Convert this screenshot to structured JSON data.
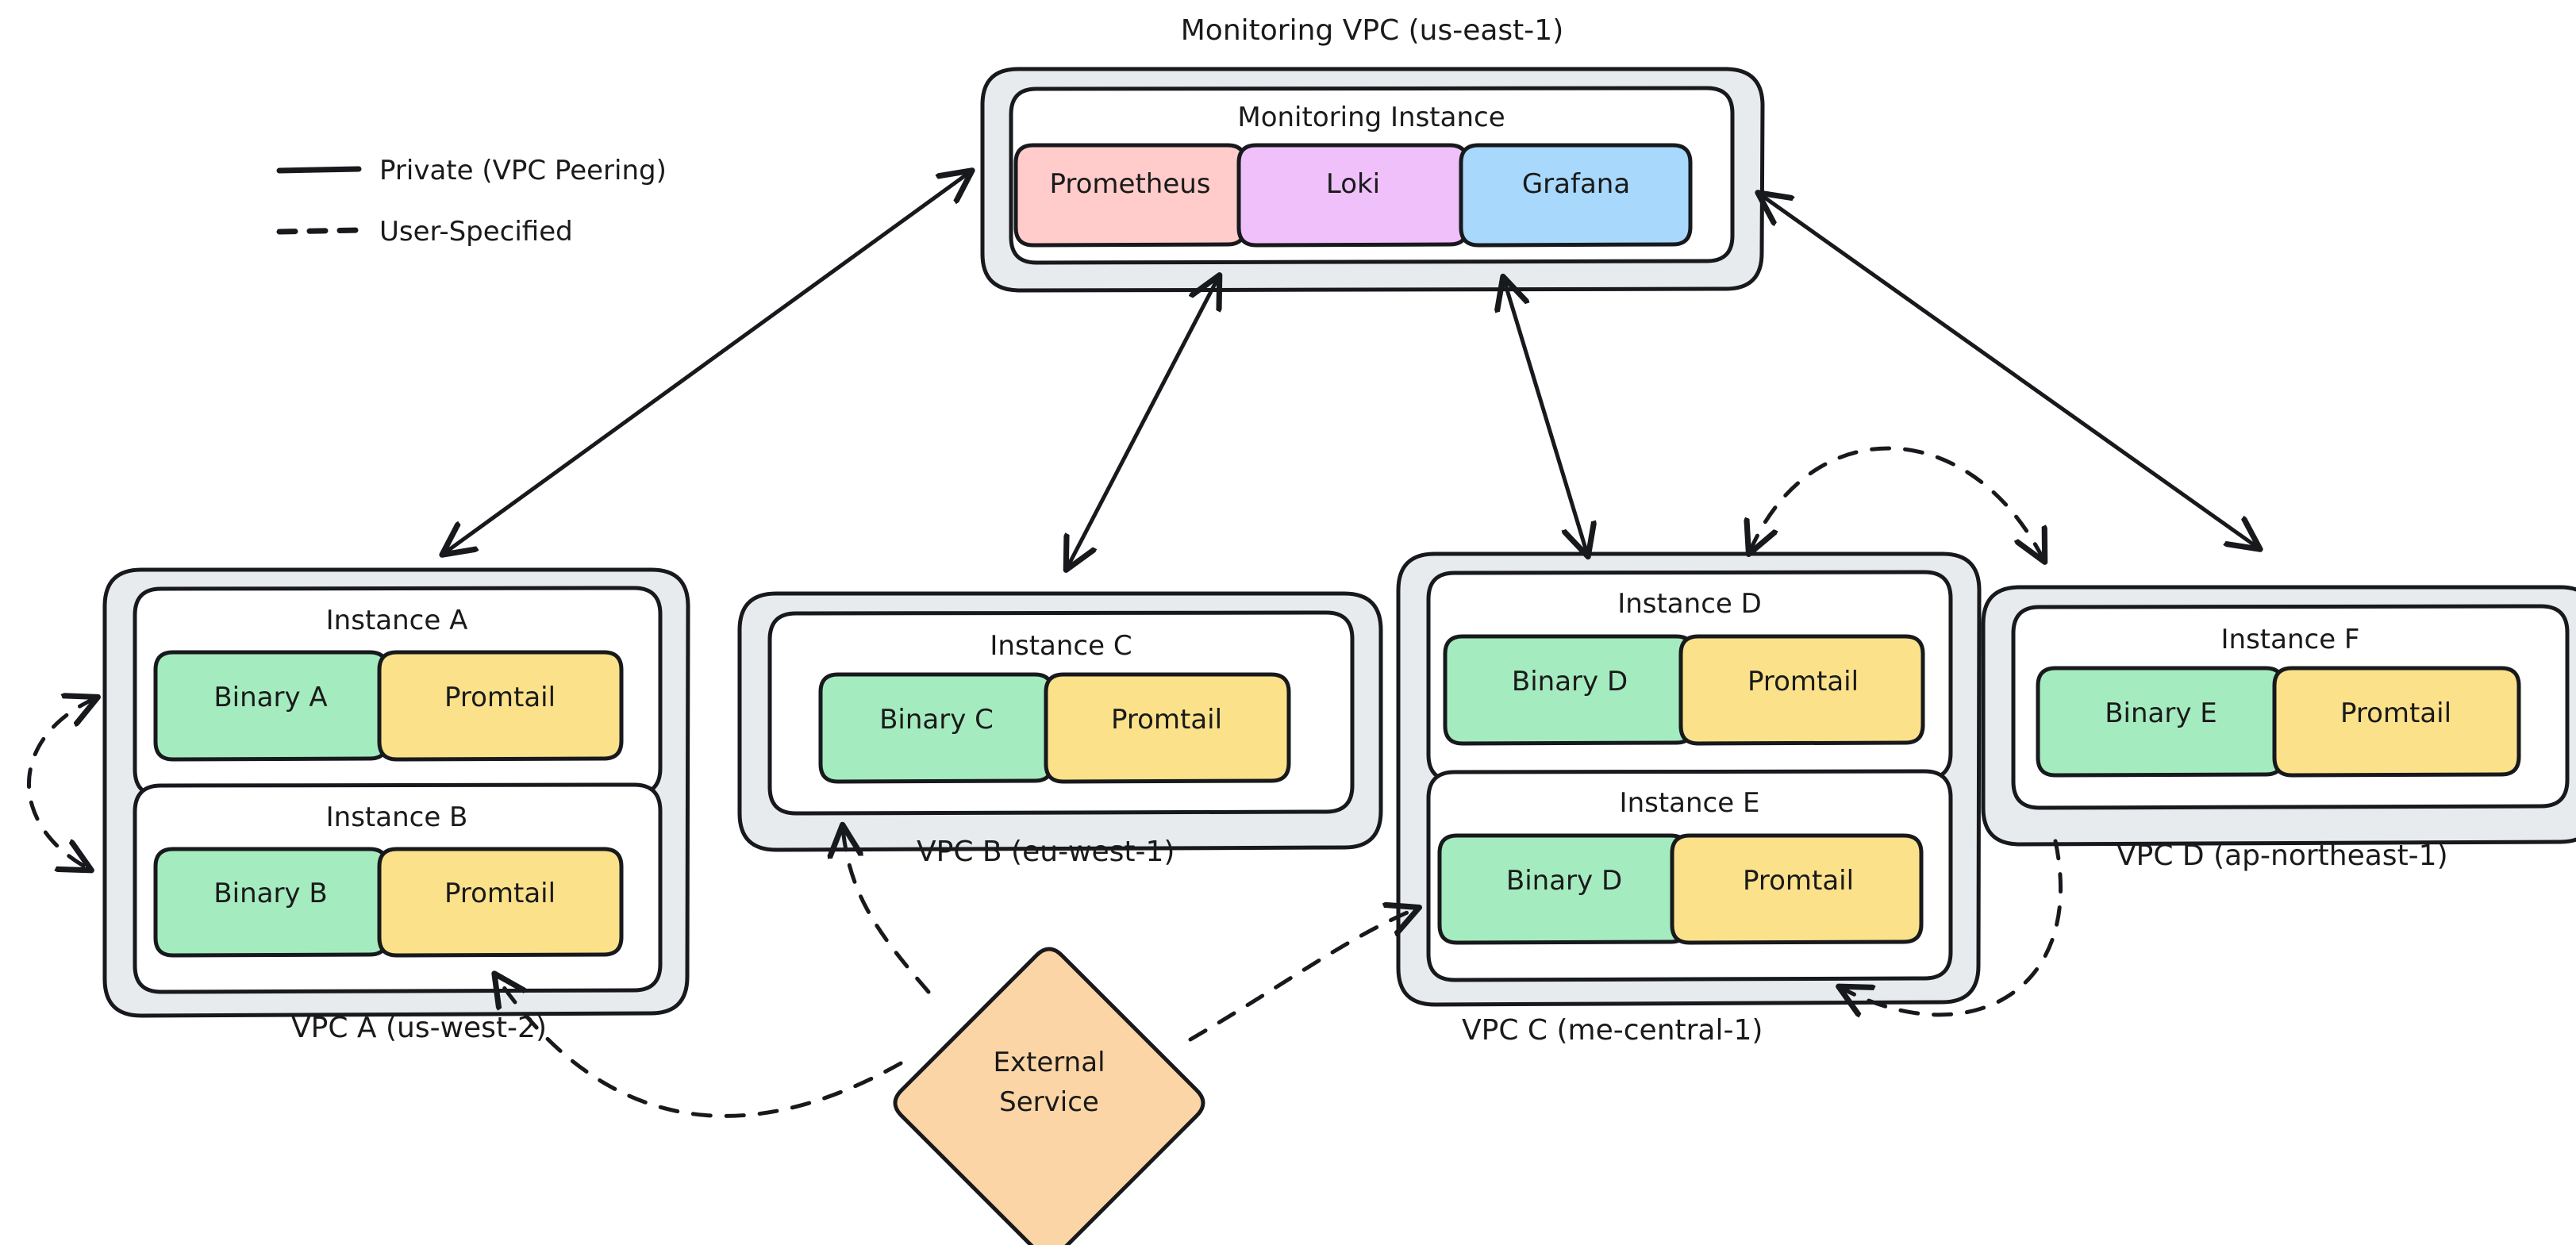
{
  "legend": {
    "items": [
      {
        "style": "solid",
        "label": "Private (VPC Peering)"
      },
      {
        "style": "dashed",
        "label": "User-Specified"
      }
    ]
  },
  "monitoring_vpc": {
    "caption": "Monitoring VPC (us-east-1)",
    "instance": {
      "title": "Monitoring Instance",
      "services": [
        {
          "name": "Prometheus",
          "color": "#ffcccb"
        },
        {
          "name": "Loki",
          "color": "#f0c0fa"
        },
        {
          "name": "Grafana",
          "color": "#a8d8fb"
        }
      ]
    }
  },
  "vpcs": [
    {
      "id": "vpc-a",
      "caption": "VPC A (us-west-2)",
      "instances": [
        {
          "title": "Instance A",
          "services": [
            {
              "name": "Binary A",
              "color": "#a5ebc0"
            },
            {
              "name": "Promtail",
              "color": "#fbe18a"
            }
          ]
        },
        {
          "title": "Instance B",
          "services": [
            {
              "name": "Binary B",
              "color": "#a5ebc0"
            },
            {
              "name": "Promtail",
              "color": "#fbe18a"
            }
          ]
        }
      ]
    },
    {
      "id": "vpc-b",
      "caption": "VPC B (eu-west-1)",
      "instances": [
        {
          "title": "Instance C",
          "services": [
            {
              "name": "Binary C",
              "color": "#a5ebc0"
            },
            {
              "name": "Promtail",
              "color": "#fbe18a"
            }
          ]
        }
      ]
    },
    {
      "id": "vpc-c",
      "caption": "VPC C (me-central-1)",
      "instances": [
        {
          "title": "Instance D",
          "services": [
            {
              "name": "Binary D",
              "color": "#a5ebc0"
            },
            {
              "name": "Promtail",
              "color": "#fbe18a"
            }
          ]
        },
        {
          "title": "Instance E",
          "services": [
            {
              "name": "Binary D",
              "color": "#a5ebc0"
            },
            {
              "name": "Promtail",
              "color": "#fbe18a"
            }
          ]
        }
      ]
    },
    {
      "id": "vpc-d",
      "caption": "VPC D (ap-northeast-1)",
      "instances": [
        {
          "title": "Instance F",
          "services": [
            {
              "name": "Binary E",
              "color": "#a5ebc0"
            },
            {
              "name": "Promtail",
              "color": "#fbe18a"
            }
          ]
        }
      ]
    }
  ],
  "external": {
    "label_line1": "External",
    "label_line2": "Service",
    "color": "#fbd5a5"
  },
  "connections": [
    {
      "from": "monitoring-vpc",
      "to": "vpc-a",
      "style": "solid",
      "direction": "both"
    },
    {
      "from": "monitoring-vpc",
      "to": "vpc-b",
      "style": "solid",
      "direction": "both"
    },
    {
      "from": "monitoring-vpc",
      "to": "vpc-c",
      "style": "solid",
      "direction": "both"
    },
    {
      "from": "monitoring-vpc",
      "to": "vpc-d",
      "style": "solid",
      "direction": "both"
    },
    {
      "from": "instance-a",
      "to": "instance-b",
      "style": "dashed",
      "direction": "both"
    },
    {
      "from": "vpc-c",
      "to": "vpc-d",
      "style": "dashed",
      "direction": "both"
    },
    {
      "from": "vpc-d",
      "to": "vpc-c",
      "style": "dashed",
      "direction": "forward"
    },
    {
      "from": "external",
      "to": "vpc-a",
      "style": "dashed",
      "direction": "forward"
    },
    {
      "from": "external",
      "to": "vpc-b",
      "style": "dashed",
      "direction": "forward"
    },
    {
      "from": "external",
      "to": "vpc-c",
      "style": "dashed",
      "direction": "forward"
    }
  ]
}
